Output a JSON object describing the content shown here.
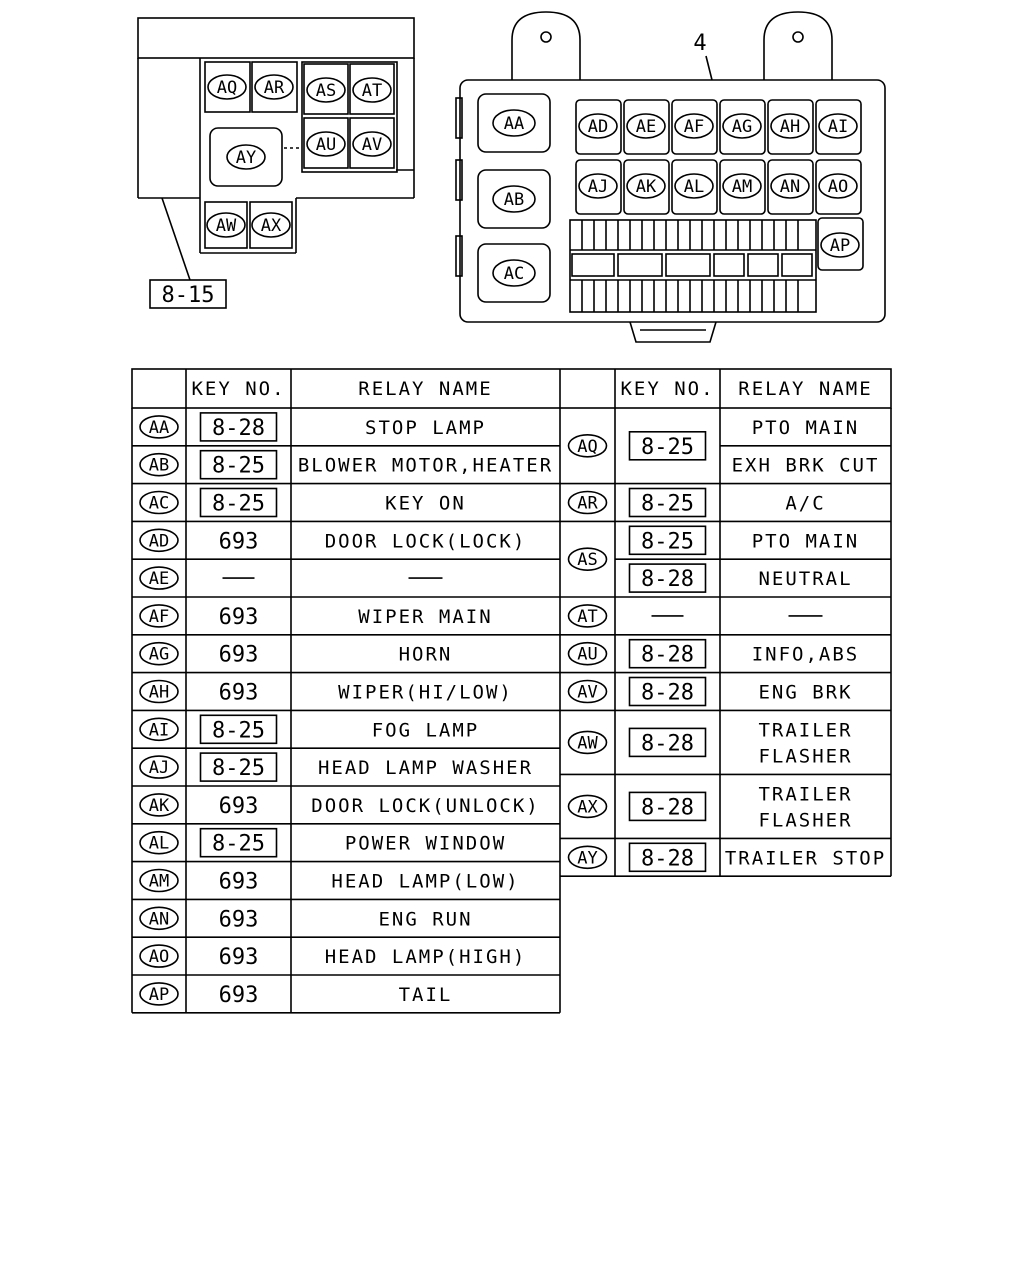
{
  "diagram": {
    "callout_4": "4",
    "callout_815": "8-15",
    "small_box_relays": [
      "AQ",
      "AR",
      "AS",
      "AT",
      "AU",
      "AV",
      "AY",
      "AW",
      "AX"
    ],
    "main_box_large": [
      "AA",
      "AB",
      "AC"
    ],
    "main_box_row1": [
      "AD",
      "AE",
      "AF",
      "AG",
      "AH",
      "AI"
    ],
    "main_box_row2": [
      "AJ",
      "AK",
      "AL",
      "AM",
      "AN",
      "AO"
    ],
    "main_box_extra": "AP"
  },
  "table": {
    "headers": {
      "key_no": "KEY NO.",
      "relay_name": "RELAY NAME"
    },
    "left_rows": [
      {
        "id": "AA",
        "key": "8-28",
        "boxed": true,
        "name": "STOP LAMP"
      },
      {
        "id": "AB",
        "key": "8-25",
        "boxed": true,
        "name": "BLOWER MOTOR,HEATER"
      },
      {
        "id": "AC",
        "key": "8-25",
        "boxed": true,
        "name": "KEY ON"
      },
      {
        "id": "AD",
        "key": "693",
        "boxed": false,
        "name": "DOOR LOCK(LOCK)"
      },
      {
        "id": "AE",
        "key": "—",
        "boxed": false,
        "name": "—"
      },
      {
        "id": "AF",
        "key": "693",
        "boxed": false,
        "name": "WIPER MAIN"
      },
      {
        "id": "AG",
        "key": "693",
        "boxed": false,
        "name": "HORN"
      },
      {
        "id": "AH",
        "key": "693",
        "boxed": false,
        "name": "WIPER(HI/LOW)"
      },
      {
        "id": "AI",
        "key": "8-25",
        "boxed": true,
        "name": "FOG LAMP"
      },
      {
        "id": "AJ",
        "key": "8-25",
        "boxed": true,
        "name": "HEAD LAMP WASHER"
      },
      {
        "id": "AK",
        "key": "693",
        "boxed": false,
        "name": "DOOR LOCK(UNLOCK)"
      },
      {
        "id": "AL",
        "key": "8-25",
        "boxed": true,
        "name": "POWER WINDOW"
      },
      {
        "id": "AM",
        "key": "693",
        "boxed": false,
        "name": "HEAD LAMP(LOW)"
      },
      {
        "id": "AN",
        "key": "693",
        "boxed": false,
        "name": "ENG RUN"
      },
      {
        "id": "AO",
        "key": "693",
        "boxed": false,
        "name": "HEAD LAMP(HIGH)"
      },
      {
        "id": "AP",
        "key": "693",
        "boxed": false,
        "name": "TAIL"
      }
    ],
    "right_rows": [
      {
        "id": "AQ",
        "entries": [
          {
            "key": "8-25",
            "boxed": true,
            "names": [
              "PTO MAIN",
              "EXH BRK CUT"
            ]
          }
        ]
      },
      {
        "id": "AR",
        "entries": [
          {
            "key": "8-25",
            "boxed": true,
            "names": [
              "A/C"
            ]
          }
        ]
      },
      {
        "id": "AS",
        "entries": [
          {
            "key": "8-25",
            "boxed": true,
            "names": [
              "PTO MAIN"
            ]
          },
          {
            "key": "8-28",
            "boxed": true,
            "names": [
              "NEUTRAL"
            ]
          }
        ]
      },
      {
        "id": "AT",
        "entries": [
          {
            "key": "—",
            "boxed": false,
            "names": [
              "—"
            ]
          }
        ]
      },
      {
        "id": "AU",
        "entries": [
          {
            "key": "8-28",
            "boxed": true,
            "names": [
              "INFO,ABS"
            ]
          }
        ]
      },
      {
        "id": "AV",
        "entries": [
          {
            "key": "8-28",
            "boxed": true,
            "names": [
              "ENG BRK"
            ]
          }
        ]
      },
      {
        "id": "AW",
        "entries": [
          {
            "key": "8-28",
            "boxed": true,
            "names": [
              "TRAILER",
              "FLASHER"
            ]
          }
        ]
      },
      {
        "id": "AX",
        "entries": [
          {
            "key": "8-28",
            "boxed": true,
            "names": [
              "TRAILER",
              "FLASHER"
            ]
          }
        ]
      },
      {
        "id": "AY",
        "entries": [
          {
            "key": "8-28",
            "boxed": true,
            "names": [
              "TRAILER STOP"
            ]
          }
        ]
      }
    ]
  }
}
